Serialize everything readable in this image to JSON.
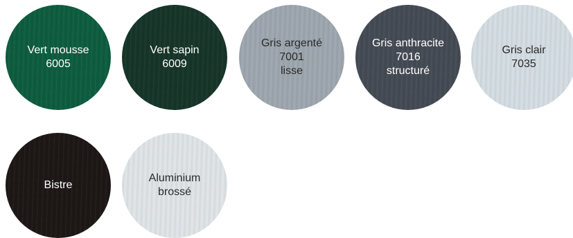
{
  "swatches": [
    {
      "id": "vert-mousse",
      "lines": [
        "Vert mousse",
        "6005"
      ],
      "color": "#0e5d40"
    },
    {
      "id": "vert-sapin",
      "lines": [
        "Vert sapin",
        "6009"
      ],
      "color": "#17352a"
    },
    {
      "id": "gris-argente",
      "lines": [
        "Gris argenté",
        "7001",
        "lisse"
      ],
      "color": "#9ea7af"
    },
    {
      "id": "gris-anthracite",
      "lines": [
        "Gris anthracite",
        "7016",
        "structuré"
      ],
      "color": "#454b54"
    },
    {
      "id": "gris-clair",
      "lines": [
        "Gris clair",
        "7035"
      ],
      "color": "#d4dde3"
    },
    {
      "id": "bistre",
      "lines": [
        "Bistre"
      ],
      "color": "#1d1716"
    },
    {
      "id": "aluminium-brosse",
      "lines": [
        "Aluminium",
        "brossé"
      ],
      "color": "#dfe4e7"
    }
  ]
}
